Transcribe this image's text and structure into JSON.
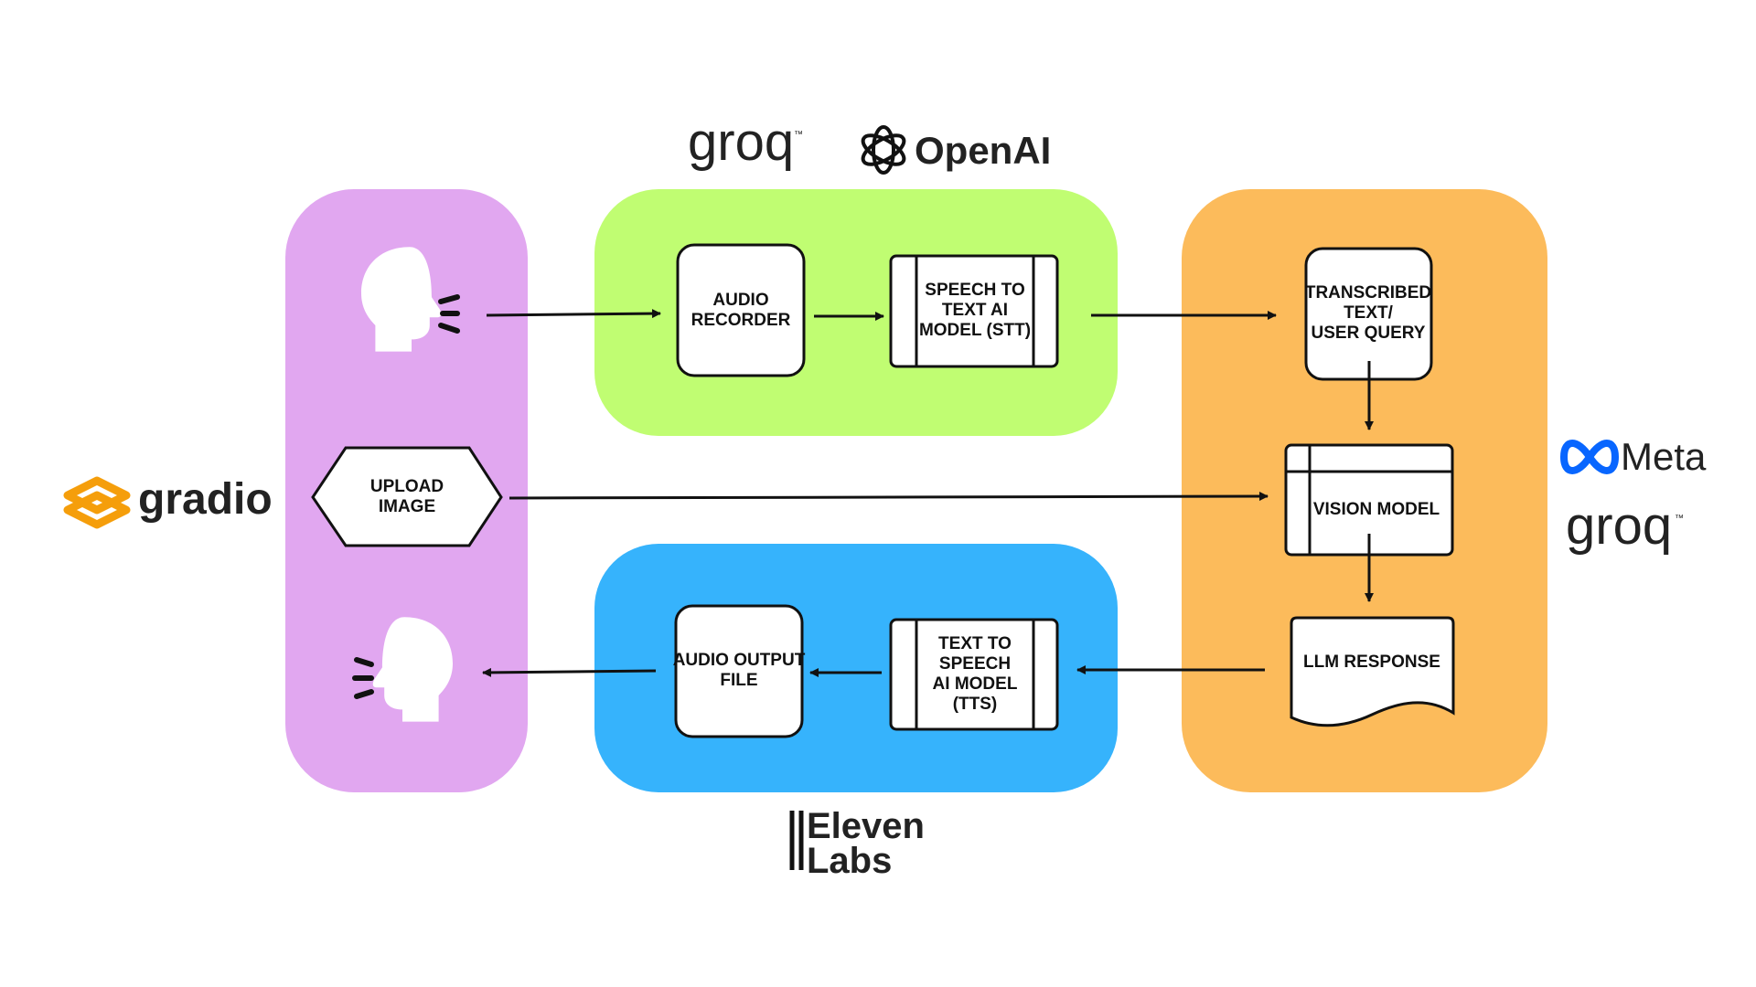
{
  "colors": {
    "input_panel": "#e1a7f0",
    "stt_panel": "#c0fd72",
    "tts_panel": "#36b3fc",
    "llm_panel": "#fcbb5b",
    "box_fill": "#ffffff",
    "stroke": "#111111",
    "gradio_orange": "#f59e0b",
    "meta_blue": "#0866ff"
  },
  "logos": {
    "gradio": "gradio",
    "groq_top": "groq",
    "openai": "OpenAI",
    "meta": "Meta",
    "groq_right": "groq",
    "elevenlabs_line1": "Eleven",
    "elevenlabs_line2": "Labs"
  },
  "nodes": {
    "audio_recorder": [
      "AUDIO",
      "RECORDER"
    ],
    "stt_model": [
      "SPEECH TO",
      "TEXT AI",
      "MODEL (STT)"
    ],
    "transcribed_text": [
      "TRANSCRIBED",
      "TEXT/",
      "USER QUERY"
    ],
    "upload_image": [
      "UPLOAD",
      "IMAGE"
    ],
    "vision_model": [
      "VISION MODEL"
    ],
    "llm_response": [
      "LLM RESPONSE"
    ],
    "tts_model": [
      "TEXT TO",
      "SPEECH",
      "AI MODEL",
      "(TTS)"
    ],
    "audio_output": [
      "AUDIO OUTPUT",
      "FILE"
    ]
  },
  "icons": {
    "speaker_input": "speaking-head-icon",
    "speaker_output": "speaking-head-icon"
  }
}
